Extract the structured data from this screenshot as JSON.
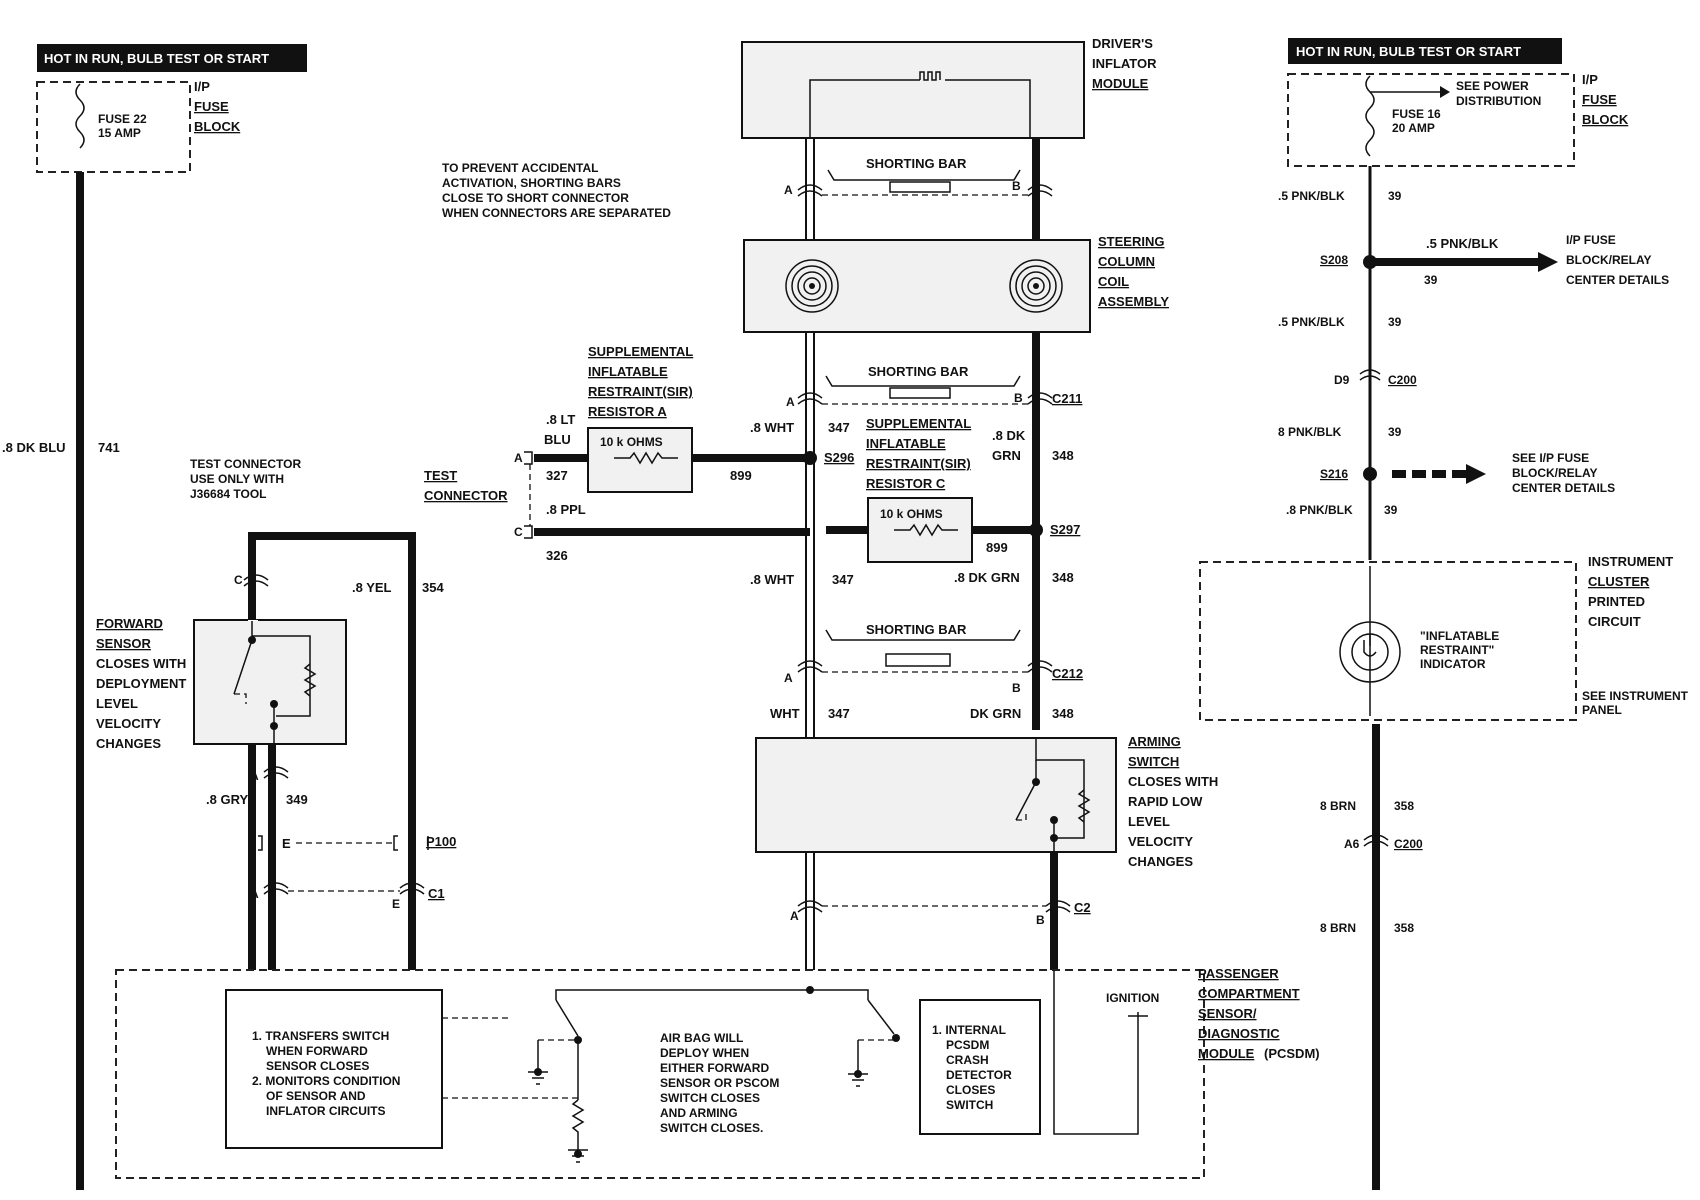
{
  "left_fuse": {
    "header": "HOT IN RUN, BULB TEST OR START",
    "fuse": "FUSE 22",
    "amps": "15 AMP",
    "block_l1": "I/P",
    "block_l2": "FUSE",
    "block_l3": "BLOCK",
    "wire_color": ".8 DK BLU",
    "wire_num": "741"
  },
  "right_fuse": {
    "header": "HOT IN RUN, BULB TEST OR START",
    "fuse": "FUSE 16",
    "amps": "20 AMP",
    "see_l1": "SEE POWER",
    "see_l2": "DISTRIBUTION",
    "block_l1": "I/P",
    "block_l2": "FUSE",
    "block_l3": "BLOCK"
  },
  "right_circuit": {
    "w1_color": ".5 PNK/BLK",
    "w1_num": "39",
    "s208": "S208",
    "branch_color": ".5 PNK/BLK",
    "branch_num": "39",
    "branch_to_l1": "I/P FUSE",
    "branch_to_l2": "BLOCK/RELAY",
    "branch_to_l3": "CENTER DETAILS",
    "w2_color": ".5 PNK/BLK",
    "w2_num": "39",
    "d9": "D9",
    "c200a": "C200",
    "w3_color": "8 PNK/BLK",
    "w3_num": "39",
    "s216": "S216",
    "s216_to_l1": "SEE I/P FUSE",
    "s216_to_l2": "BLOCK/RELAY",
    "s216_to_l3": "CENTER DETAILS",
    "w4_color": ".8 PNK/BLK",
    "w4_num": "39",
    "cluster_l1": "INSTRUMENT",
    "cluster_l2": "CLUSTER",
    "cluster_l3": "PRINTED",
    "cluster_l4": "CIRCUIT",
    "indicator_l1": "\"INFLATABLE",
    "indicator_l2": "RESTRAINT\"",
    "indicator_l3": "INDICATOR",
    "see_panel_l1": "SEE INSTRUMENT",
    "see_panel_l2": "PANEL",
    "w5_color": "8 BRN",
    "w5_num": "358",
    "a6": "A6",
    "c200b": "C200",
    "w6_color": "8 BRN",
    "w6_num": "358"
  },
  "inflator": {
    "l1": "DRIVER'S",
    "l2": "INFLATOR",
    "l3": "MODULE",
    "note_l1": "TO PREVENT ACCIDENTAL",
    "note_l2": "ACTIVATION, SHORTING BARS",
    "note_l3": "CLOSE TO SHORT CONNECTOR",
    "note_l4": "WHEN CONNECTORS ARE SEPARATED",
    "shorting_bar": "SHORTING BAR",
    "pin_a": "A",
    "pin_b": "B"
  },
  "coil": {
    "l1": "STEERING",
    "l2": "COLUMN",
    "l3": "COIL",
    "l4": "ASSEMBLY"
  },
  "c211": {
    "shorting_bar": "SHORTING BAR",
    "pin_a": "A",
    "pin_b": "B",
    "name": "C211",
    "left_color": ".8 WHT",
    "left_num": "347",
    "right_color_l1": ".8 DK",
    "right_color_l2": "GRN",
    "right_num": "348"
  },
  "resistor_a": {
    "l1": "SUPPLEMENTAL",
    "l2": "INFLATABLE",
    "l3": "RESTRAINT(SIR)",
    "l4": "RESISTOR A",
    "value": "10 k OHMS",
    "wire_in_l1": ".8 LT",
    "wire_in_l2": "BLU",
    "wire_in_num": "327",
    "wire_out_num": "899",
    "splice": "S296"
  },
  "resistor_c": {
    "l1": "SUPPLEMENTAL",
    "l2": "INFLATABLE",
    "l3": "RESTRAINT(SIR)",
    "l4": "RESISTOR C",
    "value": "10 k OHMS",
    "wire_out_num": "899",
    "splice": "S297"
  },
  "test_connector": {
    "l1": "TEST",
    "l2": "CONNECTOR",
    "pin_a": "A",
    "pin_c": "C",
    "wire_c_color": ".8 PPL",
    "wire_c_num": "326",
    "note_l1": "TEST CONNECTOR",
    "note_l2": "USE ONLY WITH",
    "note_l3": "J36684 TOOL"
  },
  "mid_wires": {
    "left_color": ".8 WHT",
    "left_num": "347",
    "right_color": ".8 DK GRN",
    "right_num": "348"
  },
  "c212": {
    "shorting_bar": "SHORTING BAR",
    "pin_a": "A",
    "pin_b": "B",
    "name": "C212",
    "left_color": "WHT",
    "left_num": "347",
    "right_color": "DK GRN",
    "right_num": "348"
  },
  "arming": {
    "l1": "ARMING",
    "l2": "SWITCH",
    "l3": "CLOSES WITH",
    "l4": "RAPID LOW",
    "l5": "LEVEL",
    "l6": "VELOCITY",
    "l7": "CHANGES"
  },
  "c2": {
    "pin_a": "A",
    "pin_b": "B",
    "name": "C2"
  },
  "forward_sensor": {
    "l1": "FORWARD",
    "l2": "SENSOR",
    "l3": "CLOSES WITH",
    "l4": "DEPLOYMENT",
    "l5": "LEVEL",
    "l6": "VELOCITY",
    "l7": "CHANGES",
    "pin_c": "C",
    "pin_a": "A",
    "yel_color": ".8 YEL",
    "yel_num": "354",
    "gry_color": ".8 GRY",
    "gry_num": "349",
    "p100": "P100",
    "p100_pin": "E",
    "c1": "C1",
    "c1_pin_a": "A",
    "c1_pin_e": "E"
  },
  "pcsdm": {
    "l1": "PASSENGER",
    "l2": "COMPARTMENT",
    "l3": "SENSOR/",
    "l4": "DIAGNOSTIC",
    "l5": "MODULE",
    "l5b": "(PCSDM)",
    "ignition": "IGNITION",
    "transfer_l1": "1. TRANSFERS SWITCH",
    "transfer_l2": "WHEN FORWARD",
    "transfer_l3": "SENSOR CLOSES",
    "transfer_l4": "2. MONITORS CONDITION",
    "transfer_l5": "OF SENSOR AND",
    "transfer_l6": "INFLATOR CIRCUITS",
    "deploy_l1": "AIR BAG WILL",
    "deploy_l2": "DEPLOY WHEN",
    "deploy_l3": "EITHER FORWARD",
    "deploy_l4": "SENSOR OR PSCOM",
    "deploy_l5": "SWITCH CLOSES",
    "deploy_l6": "AND ARMING",
    "deploy_l7": "SWITCH CLOSES.",
    "internal_l1": "1. INTERNAL",
    "internal_l2": "PCSDM",
    "internal_l3": "CRASH",
    "internal_l4": "DETECTOR",
    "internal_l5": "CLOSES",
    "internal_l6": "SWITCH"
  }
}
